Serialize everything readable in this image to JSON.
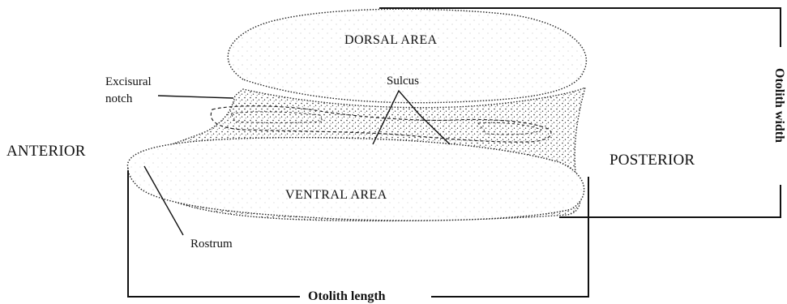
{
  "labels": {
    "dorsal_area": "DORSAL AREA",
    "ventral_area": "VENTRAL AREA",
    "anterior": "ANTERIOR",
    "posterior": "POSTERIOR",
    "sulcus": "Sulcus",
    "excisural_notch_line1": "Excisural",
    "excisural_notch_line2": "notch",
    "rostrum": "Rostrum",
    "otolith_length": "Otolith length",
    "otolith_width": "Otolith width"
  }
}
